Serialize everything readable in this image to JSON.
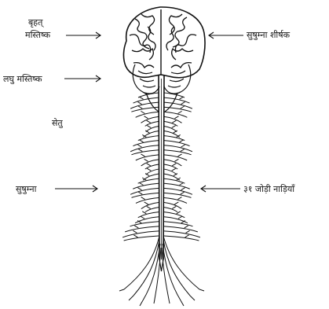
{
  "figure": {
    "labels": {
      "cerebrum_line1": "बृहत्",
      "cerebrum_line2": "मस्तिष्क",
      "medulla": "सुषुम्ना शीर्षक",
      "cerebellum": "लघु मस्तिष्क",
      "pons": "सेतु",
      "spinal_cord": "सुषुम्ना",
      "nerves": "३१ जोड़ी नाड़ियाँ"
    },
    "arrows": {
      "right": "——>",
      "left": "<——"
    }
  }
}
